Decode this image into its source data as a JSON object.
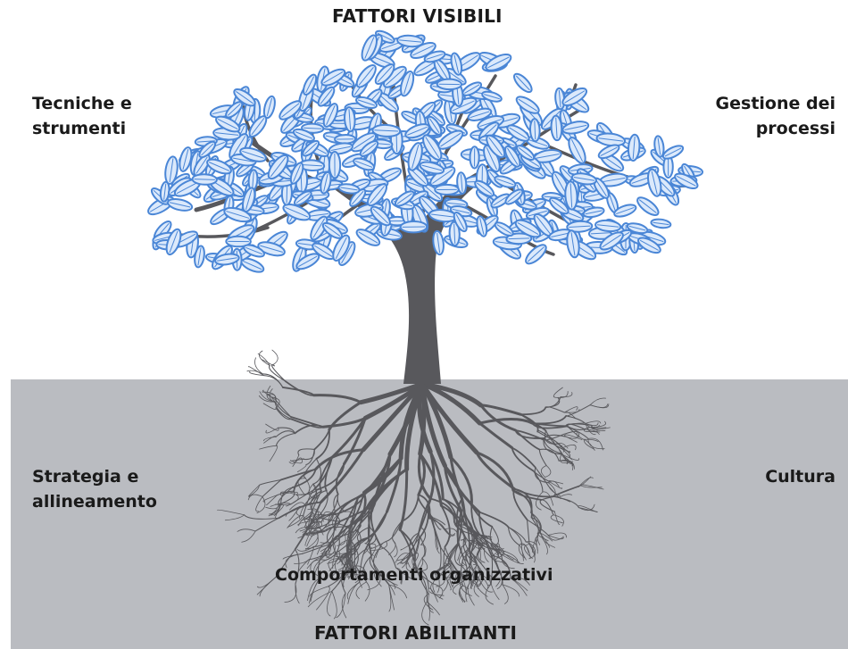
{
  "colors": {
    "ground": "#babcc1",
    "trunk": "#58585c",
    "leaf_fill": "#dbe9fb",
    "leaf_outline": "#4a86d6",
    "text": "#1a1a1a"
  },
  "labels": {
    "top_title": "FATTORI VISIBILI",
    "top_left_line1": "Tecniche e",
    "top_left_line2": "strumenti",
    "top_right_line1": "Gestione dei",
    "top_right_line2": "processi",
    "bottom_left_line1": "Strategia e",
    "bottom_left_line2": "allineamento",
    "bottom_right": "Cultura",
    "bottom_center": "Comportamenti organizzativi",
    "bottom_title": "FATTORI ABILITANTI"
  },
  "icons": {
    "tree": "tree-illustration"
  }
}
